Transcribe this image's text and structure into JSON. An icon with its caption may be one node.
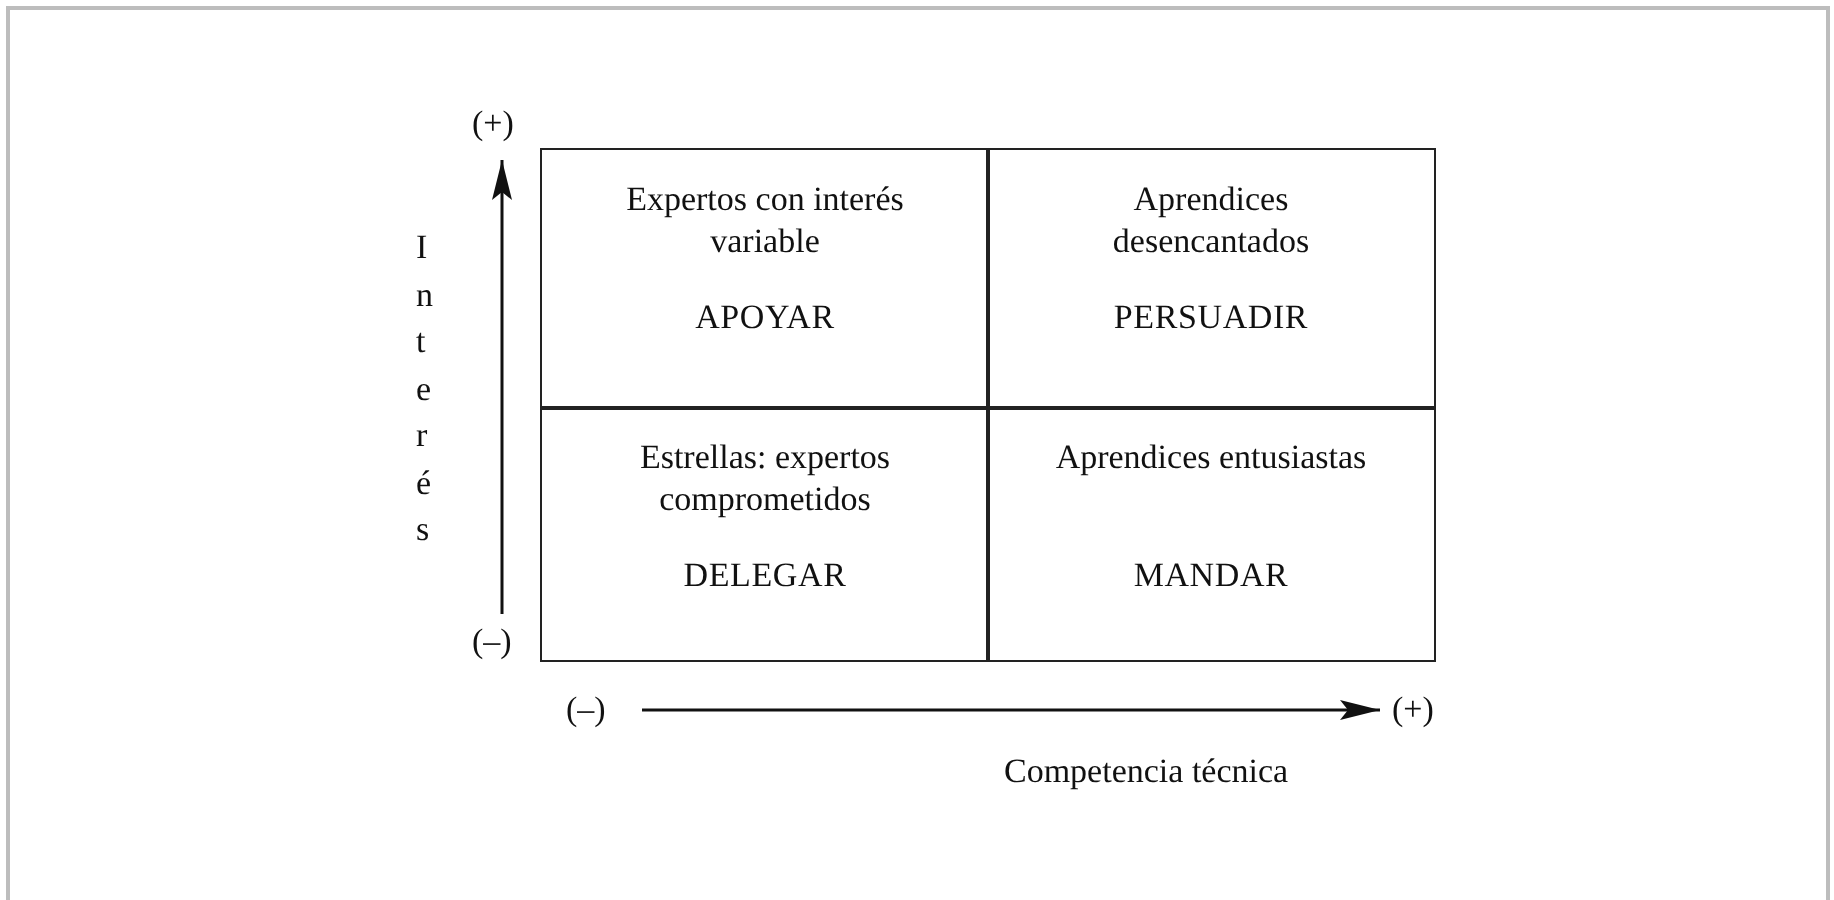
{
  "diagram": {
    "nodes": [
      {
        "text": [
          "Expertos con interés variable",
          "APOYAR"
        ]
      },
      {
        "text": [
          "Aprendices desencantados",
          "PERSUADIR"
        ]
      },
      {
        "text": [
          "Estrellas: expertos comprometidos",
          "DELEGAR"
        ]
      },
      {
        "text": [
          "Aprendices entusiastas",
          "MANDAR"
        ]
      }
    ],
    "labels": [
      "(+)",
      "Interés",
      "(–)",
      "(–)",
      "(+)",
      "Competencia técnica"
    ]
  }
}
